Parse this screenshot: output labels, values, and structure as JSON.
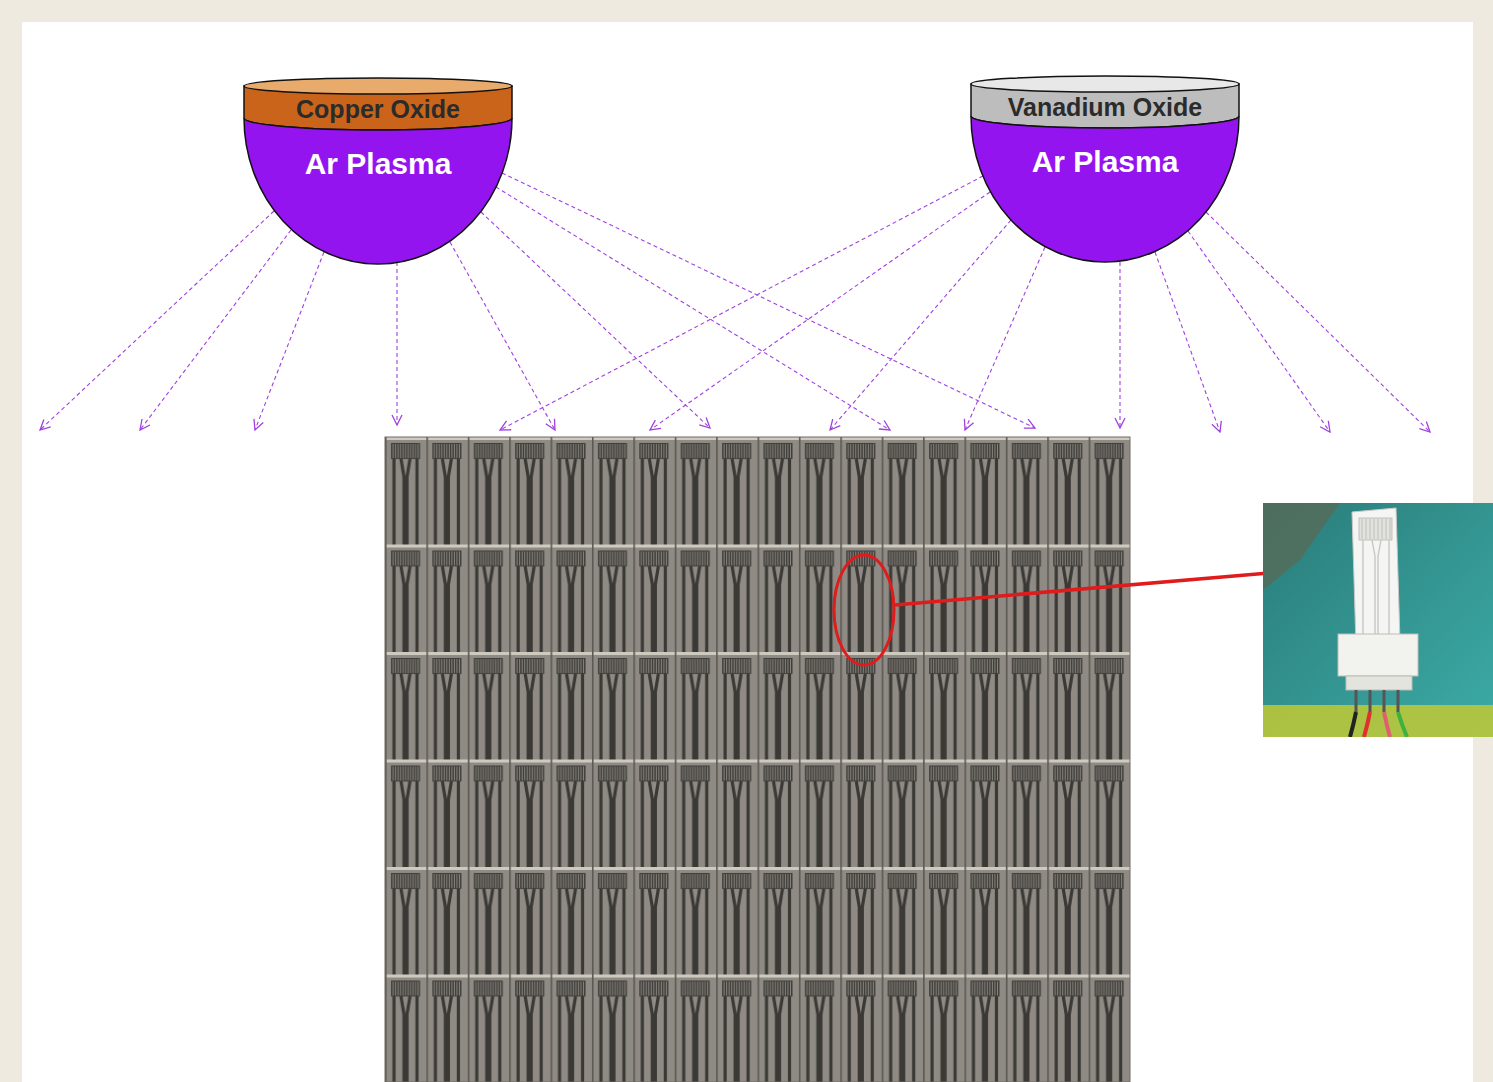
{
  "diagram": {
    "nodes": [
      {
        "text": [
          "Copper Oxide"
        ]
      },
      {
        "text": [
          "Ar Plasma"
        ]
      },
      {
        "text": [
          "Vanadium Oxide"
        ]
      },
      {
        "text": [
          "Ar Plasma"
        ]
      }
    ]
  }
}
